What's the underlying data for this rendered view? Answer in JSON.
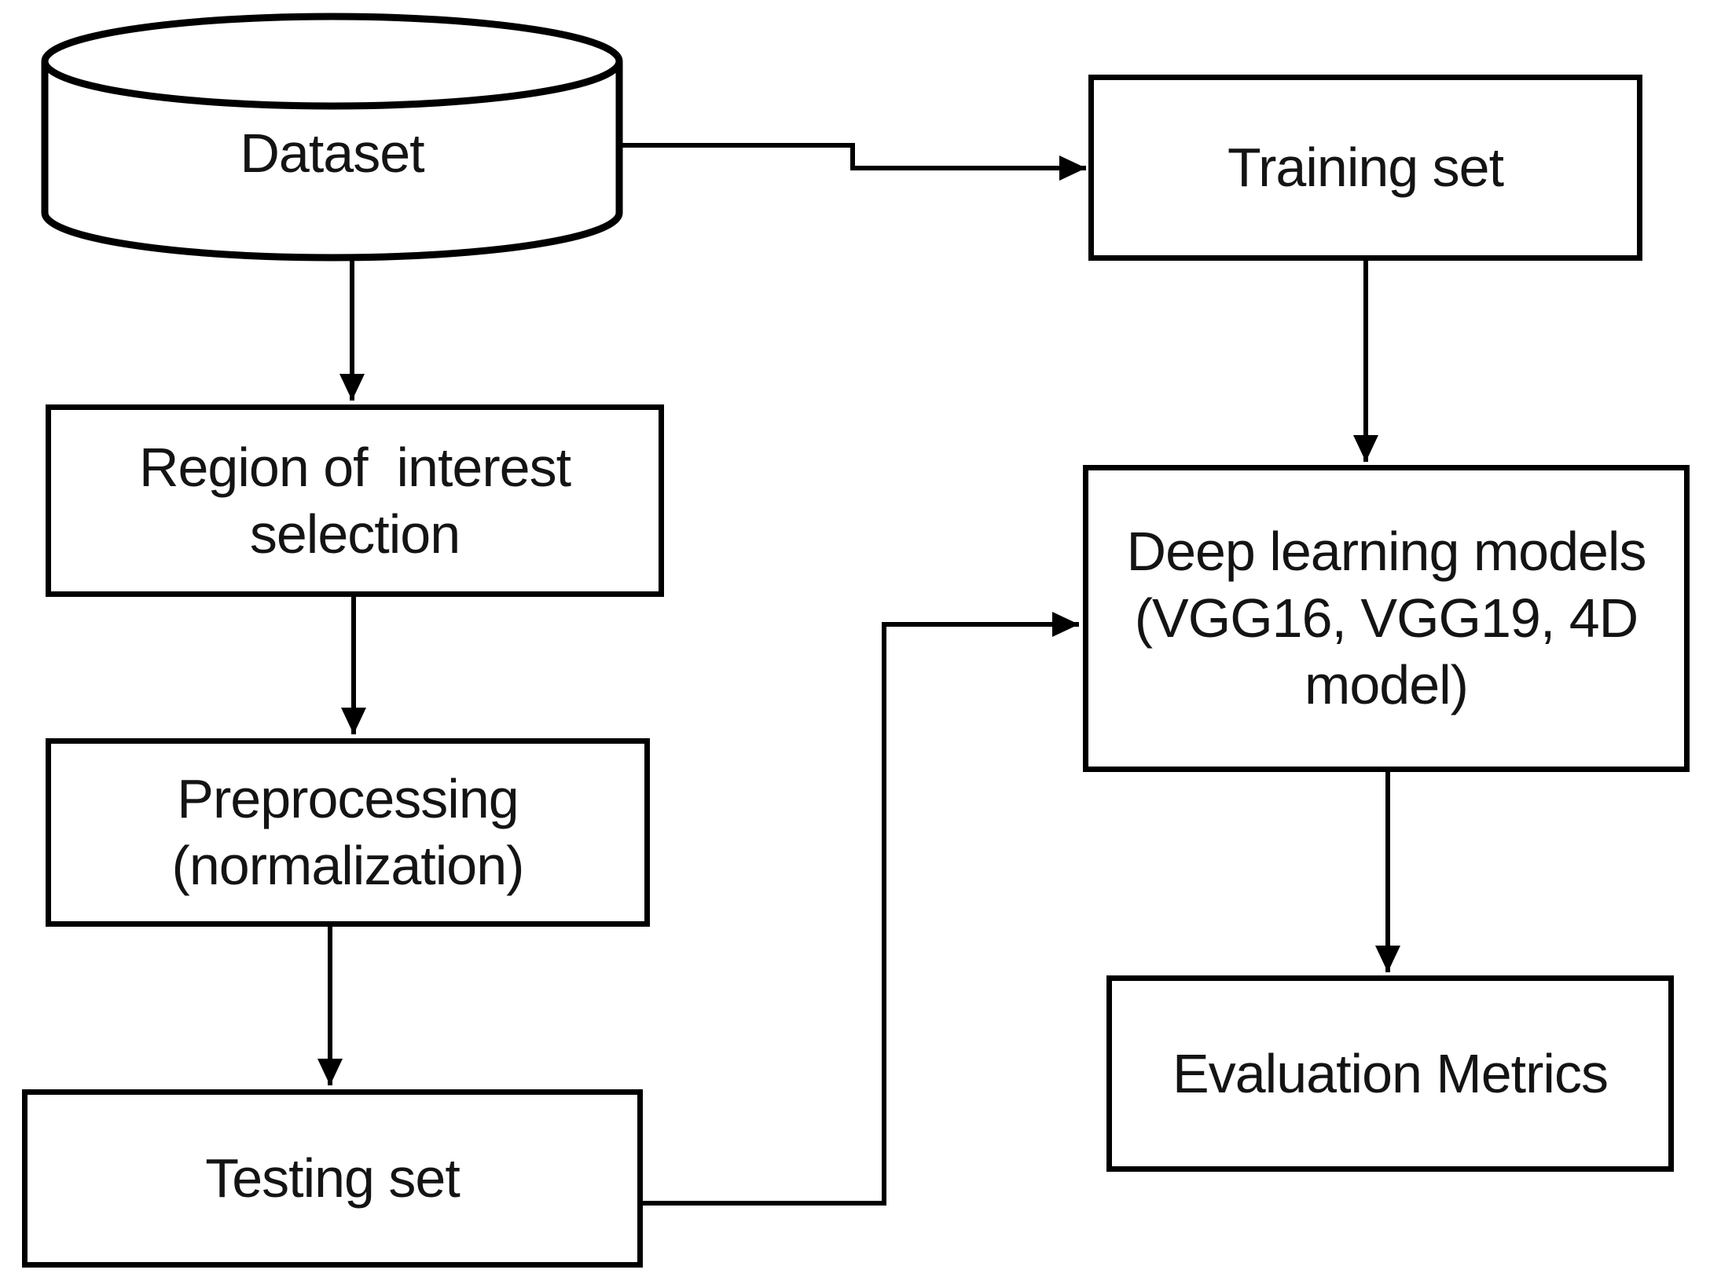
{
  "diagram": {
    "title": "Deep learning workflow flowchart",
    "colors": {
      "background": "#ffffff",
      "stroke": "#000000",
      "text": "#141414"
    },
    "nodes": {
      "dataset": {
        "label": "Dataset",
        "shape": "cylinder"
      },
      "training_set": {
        "label": "Training set",
        "shape": "rect"
      },
      "region_of_interest": {
        "label": "Region of  interest\nselection",
        "shape": "rect"
      },
      "preprocessing": {
        "label": "Preprocessing\n(normalization)",
        "shape": "rect"
      },
      "testing_set": {
        "label": "Testing set",
        "shape": "rect"
      },
      "deep_learning_models": {
        "label": "Deep learning models\n(VGG16, VGG19, 4D\nmodel)",
        "shape": "rect"
      },
      "evaluation_metrics": {
        "label": "Evaluation Metrics",
        "shape": "rect"
      }
    },
    "edges": [
      {
        "from": "dataset",
        "to": "training_set"
      },
      {
        "from": "dataset",
        "to": "region_of_interest"
      },
      {
        "from": "region_of_interest",
        "to": "preprocessing"
      },
      {
        "from": "preprocessing",
        "to": "testing_set"
      },
      {
        "from": "testing_set",
        "to": "deep_learning_models"
      },
      {
        "from": "training_set",
        "to": "deep_learning_models"
      },
      {
        "from": "deep_learning_models",
        "to": "evaluation_metrics"
      }
    ]
  }
}
